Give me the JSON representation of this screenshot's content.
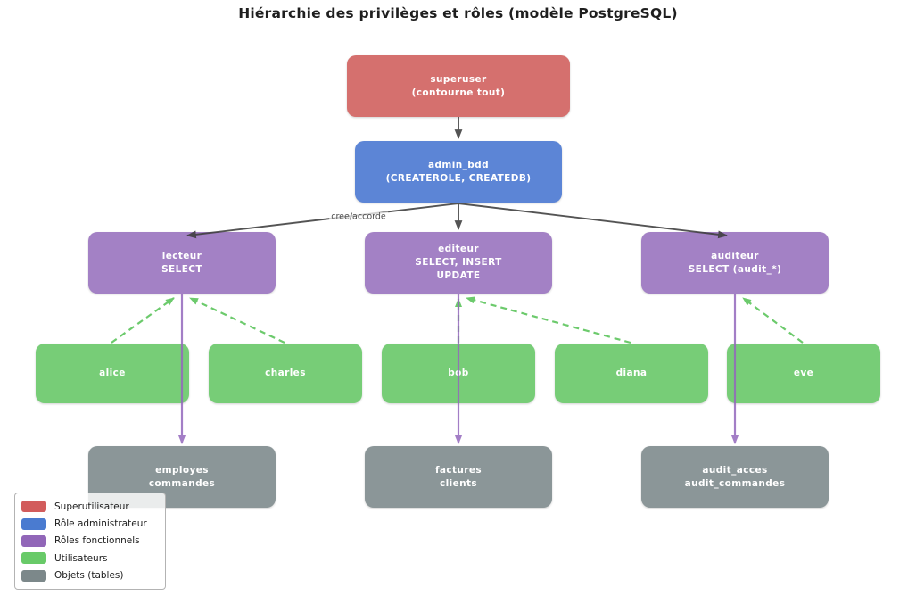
{
  "title": "Hiérarchie des privilèges et rôles (modèle PostgreSQL)",
  "edge_label": "cree/accorde",
  "palette": {
    "superuser_box": "#d5706e",
    "admin_box": "#5c85d6",
    "role_box": "#a381c5",
    "user_box": "#77cd77",
    "table_box": "#8b9698",
    "arrow_dark": "#3d3d3d",
    "arrow_privilege": "#9468bd",
    "arrow_membership": "#5dc55d"
  },
  "nodes": {
    "superuser": {
      "lines": [
        "superuser",
        "(contourne tout)"
      ]
    },
    "admin_bdd": {
      "lines": [
        "admin_bdd",
        "(CREATEROLE, CREATEDB)"
      ]
    },
    "lecteur": {
      "lines": [
        "lecteur",
        "SELECT"
      ]
    },
    "editeur": {
      "lines": [
        "editeur",
        "SELECT, INSERT",
        "UPDATE"
      ]
    },
    "auditeur": {
      "lines": [
        "auditeur",
        "SELECT (audit_*)"
      ]
    },
    "alice": {
      "lines": [
        "alice"
      ]
    },
    "charles": {
      "lines": [
        "charles"
      ]
    },
    "bob": {
      "lines": [
        "bob"
      ]
    },
    "diana": {
      "lines": [
        "diana"
      ]
    },
    "eve": {
      "lines": [
        "eve"
      ]
    },
    "tables_lecture": {
      "lines": [
        "employes",
        "commandes"
      ]
    },
    "tables_edition": {
      "lines": [
        "factures",
        "clients"
      ]
    },
    "tables_audit": {
      "lines": [
        "audit_acces",
        "audit_commandes"
      ]
    }
  },
  "legend": {
    "items": [
      {
        "label": "Superutilisateur",
        "color": "#d25c5c"
      },
      {
        "label": "Rôle administrateur",
        "color": "#4a7bd0"
      },
      {
        "label": "Rôles fonctionnels",
        "color": "#9166b8"
      },
      {
        "label": "Utilisateurs",
        "color": "#68ca68"
      },
      {
        "label": "Objets (tables)",
        "color": "#7c888a"
      }
    ]
  }
}
